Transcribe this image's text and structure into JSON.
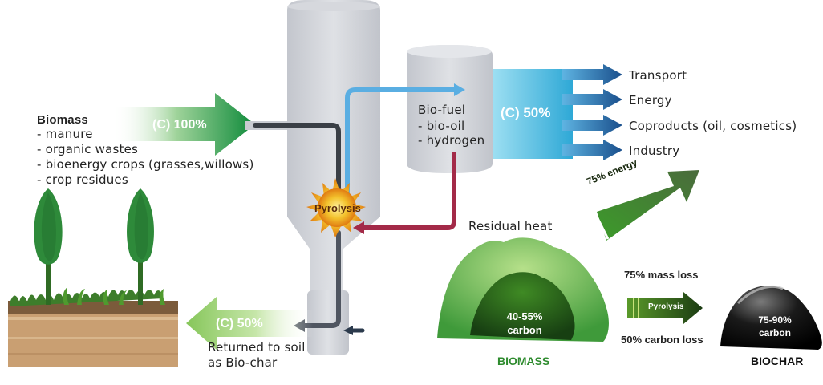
{
  "biomass_input": {
    "title": "Biomass",
    "items": [
      "- manure",
      "- organic wastes",
      "- bioenergy crops (grasses,willows)",
      "- crop residues"
    ],
    "arrow_label": "(C) 100%"
  },
  "reactor": {
    "process_label": "Pyrolysis",
    "biofuel_title": "Bio-fuel",
    "biofuel_items": [
      "- bio-oil",
      "- hydrogen"
    ],
    "residual_heat": "Residual heat"
  },
  "biofuel_output": {
    "arrow_label": "(C) 50%",
    "uses": [
      "Transport",
      "Energy",
      "Coproducts (oil, cosmetics)",
      "Industry"
    ],
    "energy_arrow_label": "75% energy"
  },
  "soil_return": {
    "arrow_label": "(C) 50%",
    "caption_lines": [
      "Returned to soil",
      "as Bio-char"
    ]
  },
  "comparison": {
    "biomass_value": "40-55%",
    "biomass_unit": "carbon",
    "biomass_label": "BIOMASS",
    "mass_loss": "75% mass loss",
    "arrow_label": "Pyrolysis",
    "carbon_loss": "50% carbon loss",
    "biochar_value": "75-90%",
    "biochar_unit": "carbon",
    "biochar_label": "BIOCHAR"
  },
  "colors": {
    "green_dark": "#1f7a2e",
    "green_light": "#c8e6b0",
    "blue_arrow": "#1f5d9e",
    "cyan": "#3ab0da",
    "reactor": "#cfd2d8",
    "biomass_label": "#2e8b2e"
  }
}
